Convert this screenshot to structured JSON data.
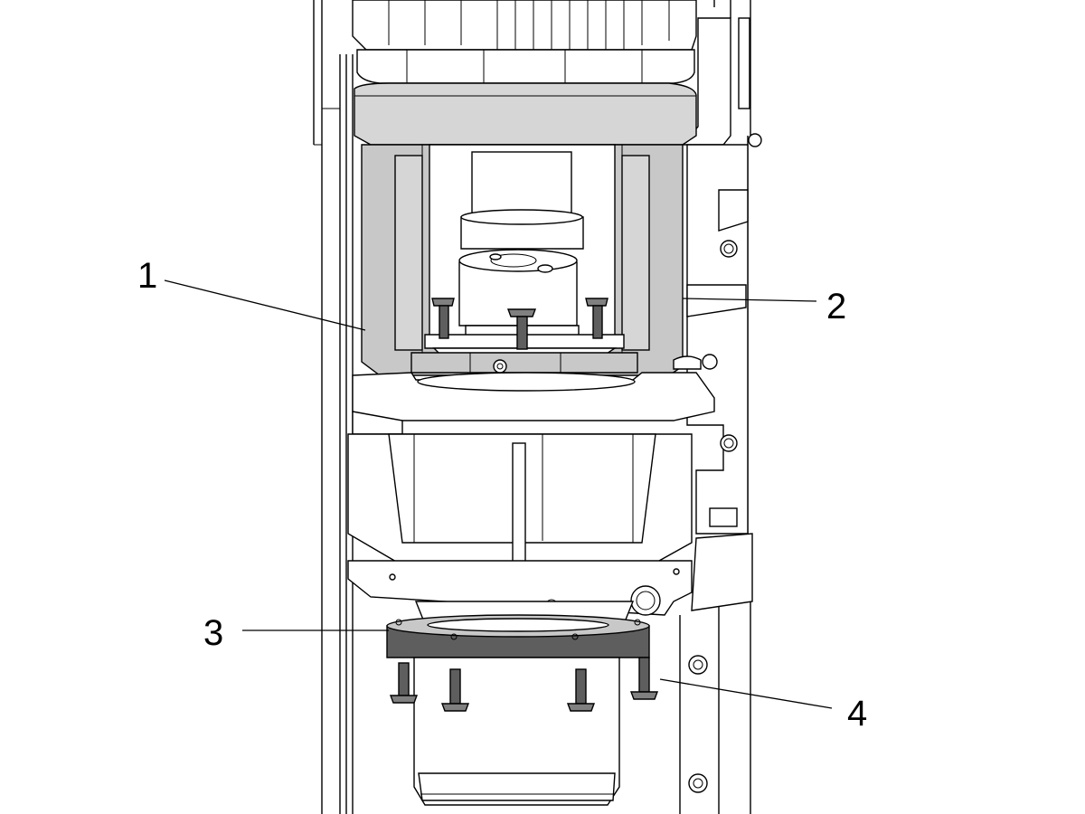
{
  "callouts": [
    {
      "id": "1",
      "label": "1"
    },
    {
      "id": "2",
      "label": "2"
    },
    {
      "id": "3",
      "label": "3"
    },
    {
      "id": "4",
      "label": "4"
    }
  ],
  "colors": {
    "line": "#000000",
    "highlight_grey": "#c8c8c8",
    "dark_grey": "#5e5e5e",
    "background": "#ffffff"
  }
}
